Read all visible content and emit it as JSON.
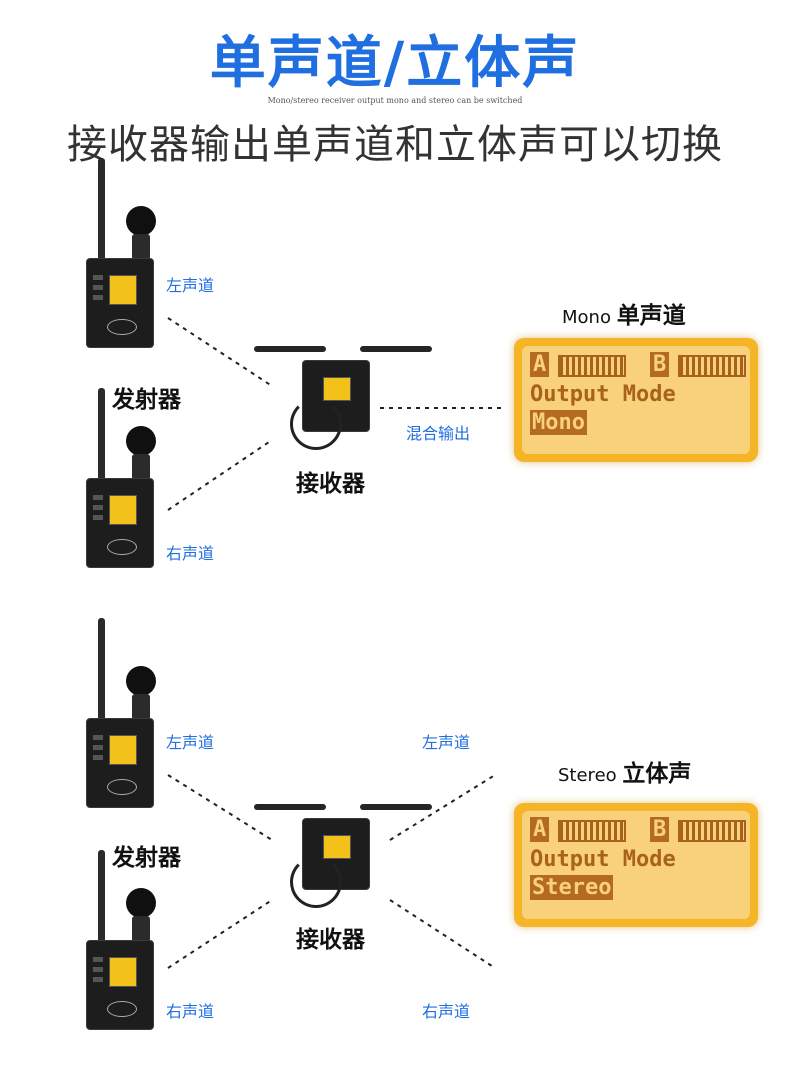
{
  "header": {
    "title": "单声道/立体声",
    "subtitle_en": "Mono/stereo receiver output mono and stereo can be switched",
    "subtitle_cn": "接收器输出单声道和立体声可以切换"
  },
  "mono_section": {
    "left_channel": "左声道",
    "right_channel": "右声道",
    "transmitter_label": "发射器",
    "receiver_label": "接收器",
    "mix_label": "混合输出",
    "mode_en": "Mono",
    "mode_cn": "单声道",
    "lcd": {
      "a": "A",
      "b": "B",
      "line1": "Output Mode",
      "line2": "Mono"
    }
  },
  "stereo_section": {
    "left_channel": "左声道",
    "right_channel": "右声道",
    "out_left": "左声道",
    "out_right": "右声道",
    "transmitter_label": "发射器",
    "receiver_label": "接收器",
    "mode_en": "Stereo",
    "mode_cn": "立体声",
    "lcd": {
      "a": "A",
      "b": "B",
      "line1": "Output Mode",
      "line2": "Stereo"
    }
  },
  "colors": {
    "accent": "#1f6fe0",
    "lcd_bg": "#f5b526",
    "lcd_text": "#a8621c"
  }
}
